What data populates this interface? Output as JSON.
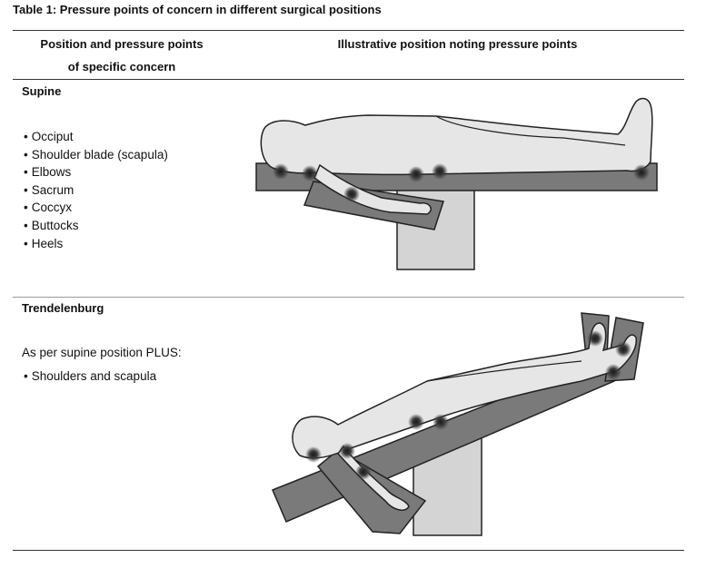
{
  "table": {
    "caption": "Table 1: Pressure points of concern in different surgical positions",
    "header": {
      "left": [
        "Position and pressure points",
        "of specific concern"
      ],
      "right": "Illustrative position noting pressure points"
    },
    "rows": [
      {
        "title": "Supine",
        "items": [
          "Occiput",
          "Shoulder blade (scapula)",
          "Elbows",
          "Sacrum",
          "Coccyx",
          "Buttocks",
          "Heels"
        ]
      },
      {
        "title": "Trendelenburg",
        "intro": "As per supine position PLUS:",
        "items": [
          "Shoulders and scapula"
        ]
      }
    ]
  },
  "colors": {
    "table_top": "#7a7a7a",
    "table_base": "#d4d4d4",
    "body_fill": "#e6e6e6",
    "pressure_point": "#2b2b2b"
  }
}
